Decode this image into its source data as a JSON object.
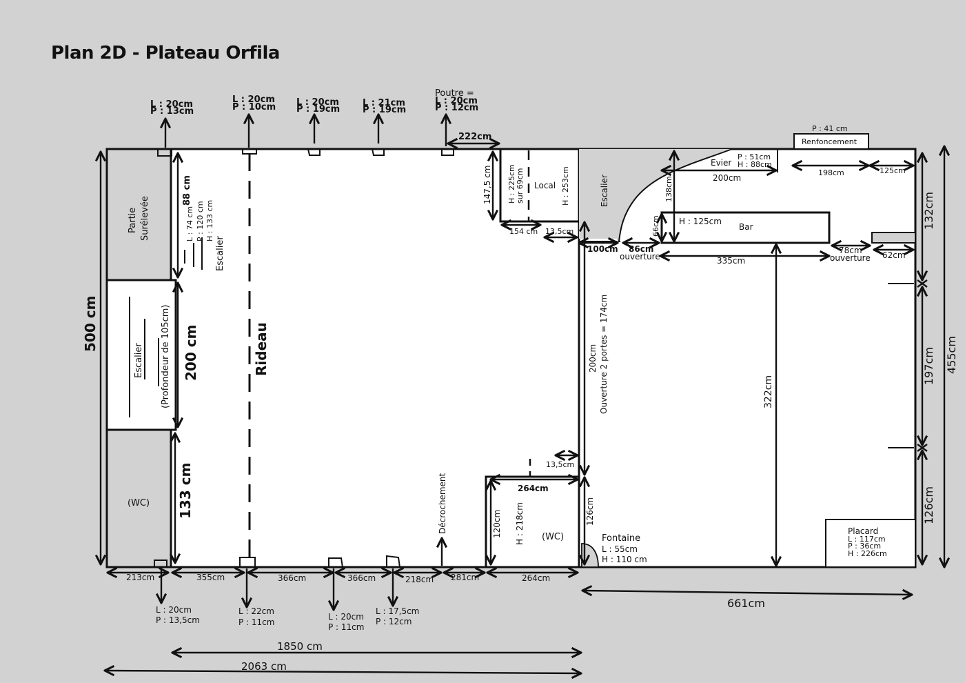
{
  "title": "Plan 2D - Plateau Orfila",
  "beams_top": [
    {
      "l": "L : 20cm",
      "p": "P : 13cm"
    },
    {
      "l": "L : 20cm",
      "p": "P : 10cm"
    },
    {
      "l": "L : 20cm",
      "p": "P : 19cm"
    },
    {
      "l": "L : 21cm",
      "p": "P : 19cm"
    },
    {
      "t": "Poutre =",
      "l": "L : 20cm",
      "p": "P : 12cm"
    }
  ],
  "beams_bottom": [
    {
      "l": "L : 20cm",
      "p": "P : 13,5cm"
    },
    {
      "l": "L : 22cm",
      "p": "P : 11cm"
    },
    {
      "l": "L : 20cm",
      "p": "P : 11cm"
    },
    {
      "l": "L : 17,5cm",
      "p": "P : 12cm"
    }
  ],
  "rooms": {
    "partie": "Partie",
    "surelevee": "Surélevée",
    "escalier": "Escalier",
    "profondeur": "(Profondeur de 105cm)",
    "wc": "(WC)",
    "rideau": "Rideau",
    "local": "Local",
    "bar": "Bar",
    "evier": "Evier",
    "renfoncement": "Renfoncement",
    "fontaine": "Fontaine",
    "placard": "Placard",
    "decrochement": "Décrochement",
    "ouverture": "ouverture"
  },
  "specs": {
    "stair_l": "L : 74 cm",
    "stair_p": "P : 120 cm",
    "stair_h": "H : 133 cm",
    "local_h1": "H : 225cm",
    "local_h2": "sur 69cm",
    "local_h3": "H : 253cm",
    "evier_p": "P : 51cm",
    "evier_h": "H : 88cm",
    "renf_p": "P : 41 cm",
    "bar_h": "H : 125cm",
    "wc_h": "H : 218cm",
    "fontaine_l": "L : 55cm",
    "fontaine_h": "H : 110 cm",
    "placard_l": "L : 117cm",
    "placard_p": "P : 36cm",
    "placard_h": "H : 226cm",
    "ouverture_portes": "Ouverture 2 portes = 174cm"
  },
  "dims": {
    "d500": "500 cm",
    "d88": "88 cm",
    "d200": "200 cm",
    "d133": "133 cm",
    "d222": "222cm",
    "d147": "147,5 cm",
    "d154": "154 cm",
    "d135a": "13,5cm",
    "d135b": "13,5cm",
    "d100": "100cm",
    "d86": "86cm",
    "d138": "138cm",
    "d200b": "200cm",
    "d198": "198cm",
    "d125": "125cm",
    "d66": "66cm",
    "d335": "335cm",
    "d78": "78cm",
    "d62": "62cm",
    "d322": "322cm",
    "d200c": "200cm",
    "d264a": "264cm",
    "d120": "120cm",
    "d126a": "126cm",
    "d132": "132cm",
    "d197": "197cm",
    "d126b": "126cm",
    "d455": "455cm",
    "d213": "213cm",
    "d355": "355cm",
    "d366a": "366cm",
    "d366b": "366cm",
    "d218": "218cm",
    "d281": "281cm",
    "d264b": "264cm",
    "d661": "661cm",
    "d1850": "1850 cm",
    "d2063": "2063 cm"
  }
}
